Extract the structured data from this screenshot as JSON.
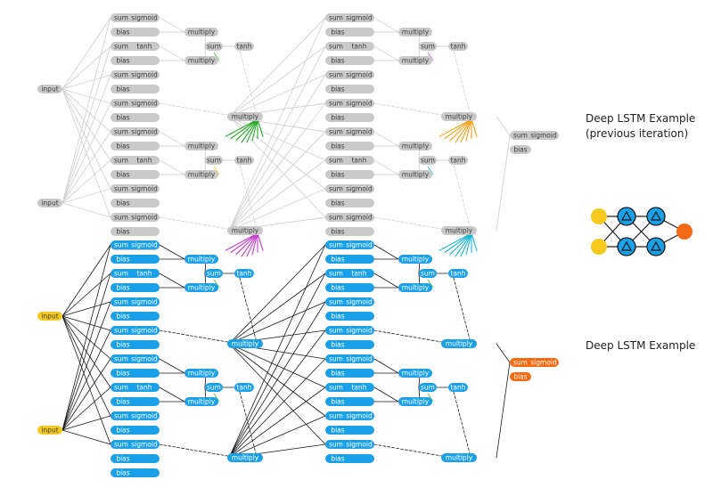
{
  "captions": {
    "previous_line1": "Deep LSTM Example",
    "previous_line2": "(previous iteration)",
    "current": "Deep LSTM Example"
  },
  "labels": {
    "input": "input",
    "sum": "sum",
    "sigmoid": "sigmoid",
    "tanh": "tanh",
    "bias": "bias",
    "multiply": "multiply"
  },
  "colors": {
    "grey_node": "#c9c9c9",
    "grey_text": "#3d3d3d",
    "grey_edge": "#d2d2d2",
    "blue_node": "#1aa0e8",
    "blue_text": "#ffffff",
    "black_edge": "#1a1a1a",
    "yellow": "#f7c81e",
    "orange": "#f26a12",
    "fan_green": "#2aaa2a",
    "fan_orange": "#f0a21a",
    "fan_magenta": "#c63fcf",
    "fan_cyan": "#19b5d8",
    "tiny_green": "#5cc15c",
    "tiny_yellow": "#e6d21e",
    "tiny_magenta": "#d66ad6",
    "tiny_cyan": "#2fc4e0"
  },
  "legend_icon": {
    "name": "network-diagram-icon",
    "input_color": "#f7c81e",
    "hidden_color": "#1aa0e8",
    "output_color": "#f26a12"
  }
}
